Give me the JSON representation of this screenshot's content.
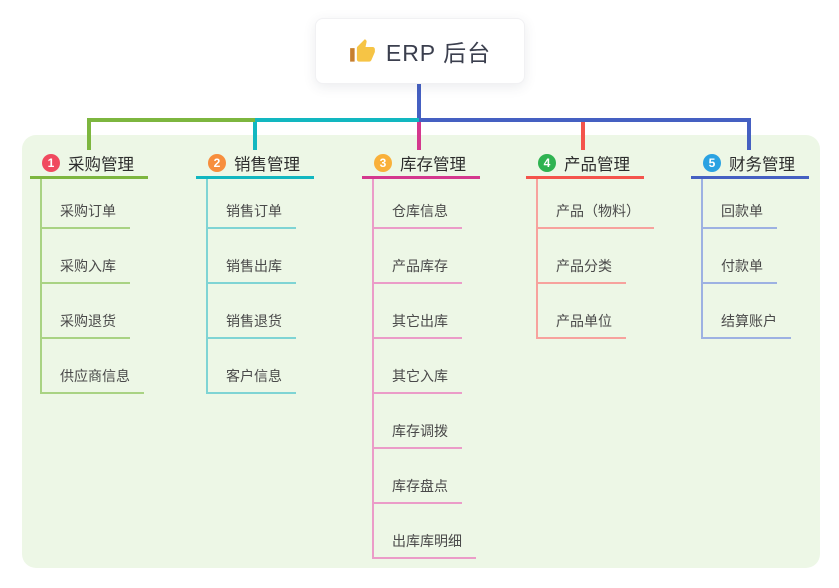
{
  "root": {
    "title": "ERP 后台",
    "icon": "thumbs-up-icon",
    "connector_color": "#4560c2"
  },
  "panel": {
    "background": "#edf7e6"
  },
  "branches": [
    {
      "badge": "1",
      "title": "采购管理",
      "badge_color": "#f04a5f",
      "line_color": "#7db63f",
      "light_color": "#a9d383",
      "children": [
        "采购订单",
        "采购入库",
        "采购退货",
        "供应商信息"
      ]
    },
    {
      "badge": "2",
      "title": "销售管理",
      "badge_color": "#f78e3d",
      "line_color": "#12b7c0",
      "light_color": "#7fd4d4",
      "children": [
        "销售订单",
        "销售出库",
        "销售退货",
        "客户信息"
      ]
    },
    {
      "badge": "3",
      "title": "库存管理",
      "badge_color": "#f9b03a",
      "line_color": "#d4388e",
      "light_color": "#eb9cc8",
      "children": [
        "仓库信息",
        "产品库存",
        "其它出库",
        "其它入库",
        "库存调拨",
        "库存盘点",
        "出库库明细"
      ]
    },
    {
      "badge": "4",
      "title": "产品管理",
      "badge_color": "#2fb351",
      "line_color": "#f4544c",
      "light_color": "#f7a29d",
      "children": [
        "产品（物料）",
        "产品分类",
        "产品单位"
      ]
    },
    {
      "badge": "5",
      "title": "财务管理",
      "badge_color": "#2aa2e2",
      "line_color": "#4560c2",
      "light_color": "#9db1e2",
      "children": [
        "回款单",
        "付款单",
        "结算账户"
      ]
    }
  ]
}
